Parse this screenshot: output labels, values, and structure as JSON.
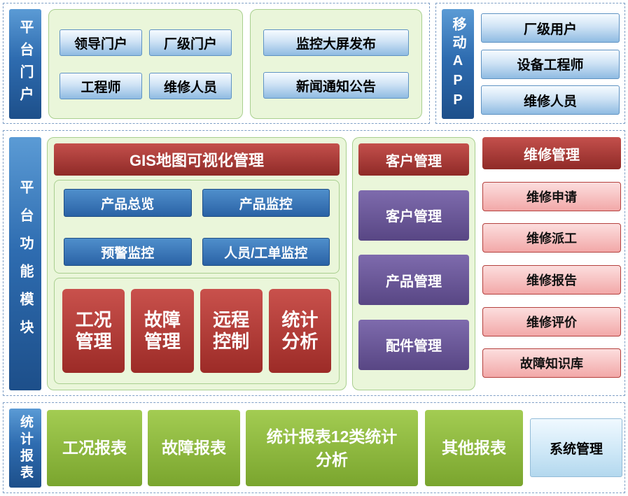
{
  "portal": {
    "label": "平台门户",
    "user_items": [
      "领导门户",
      "厂级门户",
      "工程师",
      "维修人员"
    ],
    "publish_items": [
      "监控大屏发布",
      "新闻通知公告"
    ]
  },
  "mobile_app": {
    "label": "移动APP",
    "items": [
      "厂级用户",
      "设备工程师",
      "维修人员"
    ]
  },
  "modules": {
    "label": "平台功能模块",
    "gis": {
      "header": "GIS地图可视化管理",
      "monitor_items": [
        "产品总览",
        "产品监控",
        "预警监控",
        "人员/工单监控"
      ],
      "core_items": [
        "工况管理",
        "故障管理",
        "远程控制",
        "统计分析"
      ]
    },
    "customer": {
      "header": "客户管理",
      "items": [
        "客户管理",
        "产品管理",
        "配件管理"
      ]
    },
    "repair": {
      "header": "维修管理",
      "items": [
        "维修申请",
        "维修派工",
        "维修报告",
        "维修评价",
        "故障知识库"
      ]
    }
  },
  "reports": {
    "label": "统计报表",
    "items": [
      "工况报表",
      "故障报表",
      "统计报表12类统计分析",
      "其他报表"
    ],
    "system_label": "系统管理"
  },
  "colors": {
    "accent_blue": "#2e6cb0",
    "accent_red": "#a93430",
    "accent_purple": "#6a57a0",
    "accent_green": "#8ab83a",
    "panel_green": "#eaf6da",
    "pink": "#f2a8a8"
  }
}
